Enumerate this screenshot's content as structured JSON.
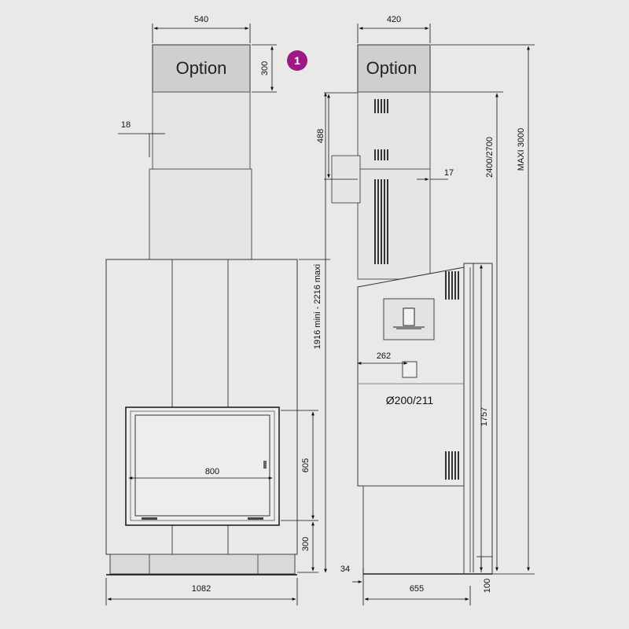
{
  "option_label": "Option",
  "badge": "1",
  "front": {
    "top_width": "540",
    "option_height": "300",
    "offset": "18",
    "total_height": "1916 mini - 2216 maxi",
    "door_width": "800",
    "door_height": "605",
    "base_height": "300",
    "total_width": "1082"
  },
  "side": {
    "top_width": "420",
    "hood_offset": "488",
    "flange": "17",
    "outlet_offset": "262",
    "diameter": "Ø200/211",
    "body_height": "1757",
    "height_range": "2400/2700",
    "max_height": "MAXI 3000",
    "foot": "34",
    "depth": "655",
    "plinth": "100"
  },
  "colors": {
    "background": "#e9e9e8",
    "option_fill": "#cfcfcf",
    "badge": "#9b1a85"
  }
}
